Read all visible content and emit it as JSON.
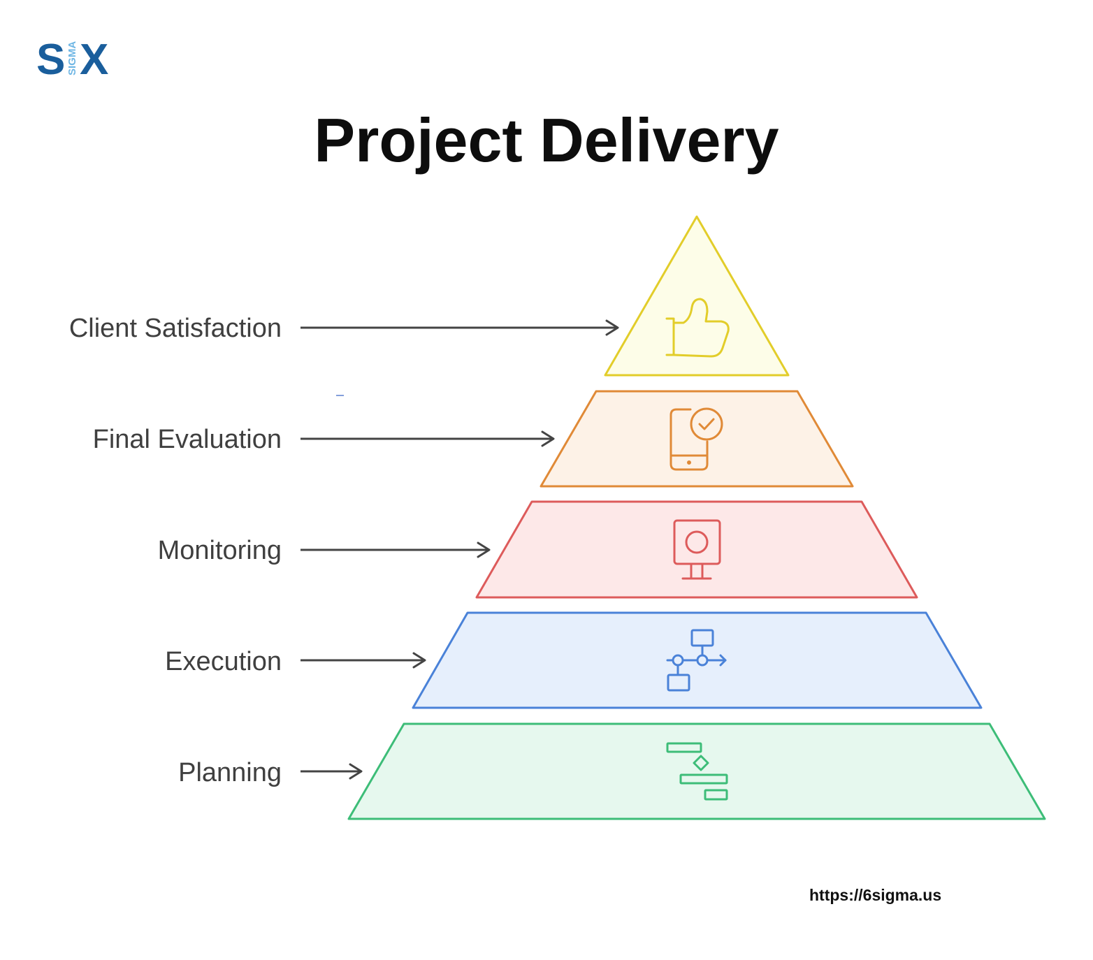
{
  "logo": {
    "left_letter": "S",
    "small_text": "SIGMA",
    "right_letter": "X",
    "primary_color": "#1a5e9c",
    "accent_color": "#6eb6e4"
  },
  "title": "Project Delivery",
  "layers": [
    {
      "label": "Client Satisfaction",
      "icon": "thumbs-up-icon",
      "stroke": "#e2cd2a",
      "fill": "#fdfde8"
    },
    {
      "label": "Final Evaluation",
      "icon": "phone-checkmark-icon",
      "stroke": "#e08a37",
      "fill": "#fdf2e7"
    },
    {
      "label": "Monitoring",
      "icon": "monitor-icon",
      "stroke": "#dd5b5b",
      "fill": "#fde8e8"
    },
    {
      "label": "Execution",
      "icon": "workflow-icon",
      "stroke": "#4a82d8",
      "fill": "#e6effc"
    },
    {
      "label": "Planning",
      "icon": "gantt-chart-icon",
      "stroke": "#3dbd78",
      "fill": "#e6f8ee"
    }
  ],
  "footer_url": "https://6sigma.us"
}
